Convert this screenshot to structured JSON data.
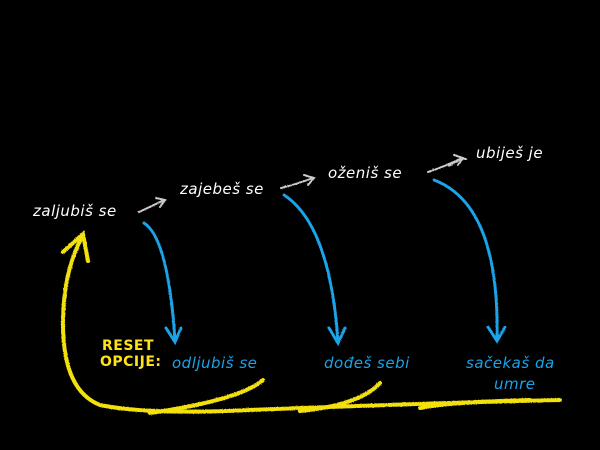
{
  "colors": {
    "background": "#000000",
    "step_text": "#ffffff",
    "option_text": "#1aa3e8",
    "flow_arrow": "#cccccc",
    "option_arrow": "#1aa3e8",
    "reset_arrow": "#f2e10f",
    "reset_label": "#ffe21a"
  },
  "steps": [
    {
      "label": "zaljubiš se"
    },
    {
      "label": "zajebeš se"
    },
    {
      "label": "oženiš se"
    },
    {
      "label": "ubiješ je"
    }
  ],
  "options": [
    {
      "label": "odljubiš se"
    },
    {
      "label": "dođeš sebi"
    },
    {
      "label_line1": "sačekaš da",
      "label_line2": "umre"
    }
  ],
  "reset": {
    "line1": "RESET",
    "line2": "OPCIJE:"
  }
}
